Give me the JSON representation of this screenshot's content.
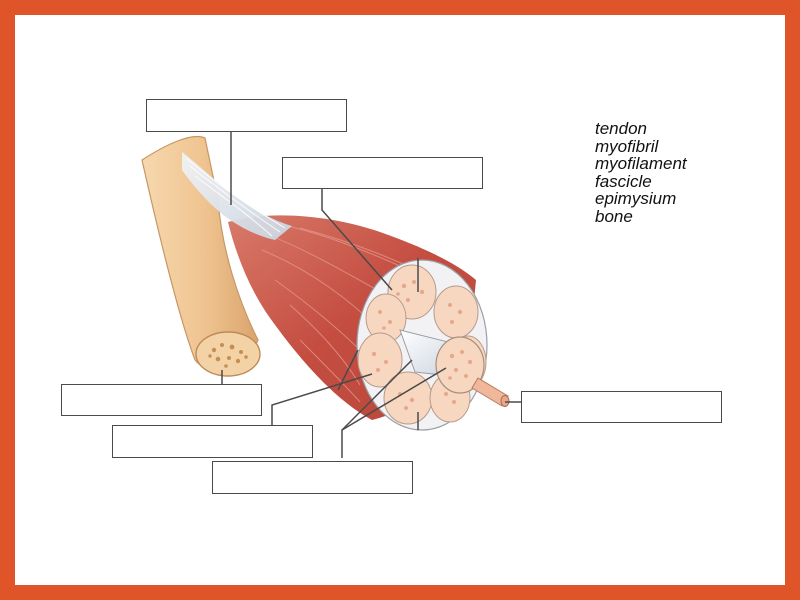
{
  "word_bank": {
    "terms": [
      "tendon",
      "myofibril",
      "myofilament",
      "fascicle",
      "epimysium",
      "bone"
    ]
  },
  "label_boxes": [
    "",
    "",
    "",
    "",
    "",
    "",
    ""
  ],
  "colors": {
    "frame": "#e0542a",
    "bone": "#f0c99a",
    "muscle": "#c85a4c",
    "tendon": "#dfe4ea",
    "fiber_bundle": "#f7d8c4",
    "connective_tissue": "#f4f4f6",
    "leader_line": "#4a4a4a"
  },
  "icons": [
    "muscle-anatomy-illustration"
  ]
}
